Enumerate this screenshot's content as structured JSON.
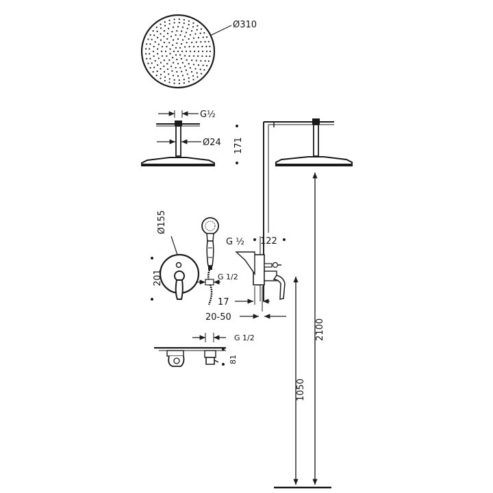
{
  "labels": {
    "rain_head_diameter": "Ø310",
    "arm_thread": "G½",
    "arm_diameter": "Ø24",
    "arm_height": "171",
    "handshower_diameter": "Ø155",
    "plate_height": "201",
    "hose_thread": "G 1/2",
    "valve_thread": "G ½",
    "wall_depth": "122",
    "offset_17": "17",
    "offset_range": "20-50",
    "height_total": "2100",
    "height_valve": "1050",
    "elbow_thread": "G 1/2",
    "elbow_depth": "81"
  },
  "colors": {
    "line": "#1a1a1a",
    "fill": "#2b2b2b",
    "wall": "#555555"
  }
}
